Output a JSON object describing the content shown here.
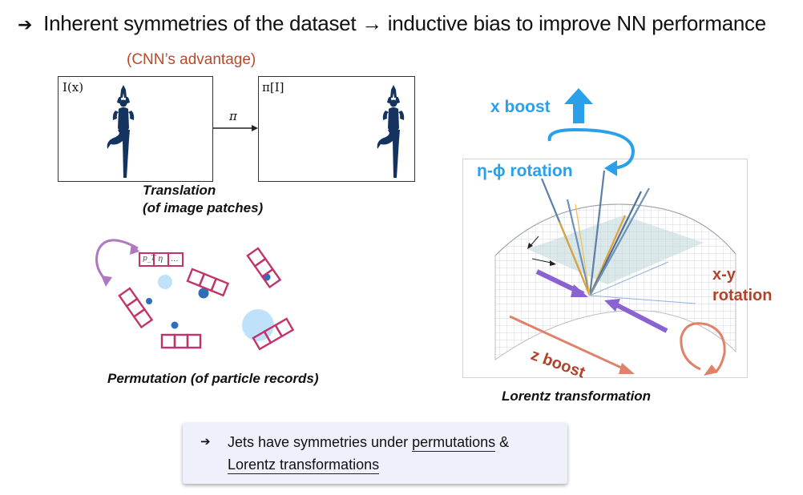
{
  "header": {
    "title": "Inherent symmetries of the dataset → inductive bias to improve NN performance",
    "cnn_note": "(CNN’s advantage)"
  },
  "translation": {
    "left_label": "I(x)",
    "right_label": "π[I]",
    "arrow_label": "π",
    "caption_line1": "Translation",
    "caption_line2": "(of image patches)"
  },
  "permutation": {
    "record_cells": [
      "p_T",
      "η",
      "..."
    ],
    "caption": "Permutation (of particle records)"
  },
  "lorentz": {
    "x_boost": "x boost",
    "eta_phi_rotation": "η-ϕ rotation",
    "xy_rotation_line1": "x-y",
    "xy_rotation_line2": "rotation",
    "z_boost": "z boost",
    "caption": "Lorentz transformation"
  },
  "footer": {
    "text_before": "Jets have symmetries under ",
    "permutations": "permutations",
    "amp": " &",
    "lorentz": "Lorentz transformations"
  },
  "colors": {
    "cnn_note": "#b84a2a",
    "boost_blue": "#2aa0ea",
    "rotation_red": "#b2432a",
    "record_magenta": "#c2336d",
    "particle_blue": "#2e6fb8",
    "particle_light": "#bfe2fa",
    "yoga_navy": "#14335e"
  }
}
